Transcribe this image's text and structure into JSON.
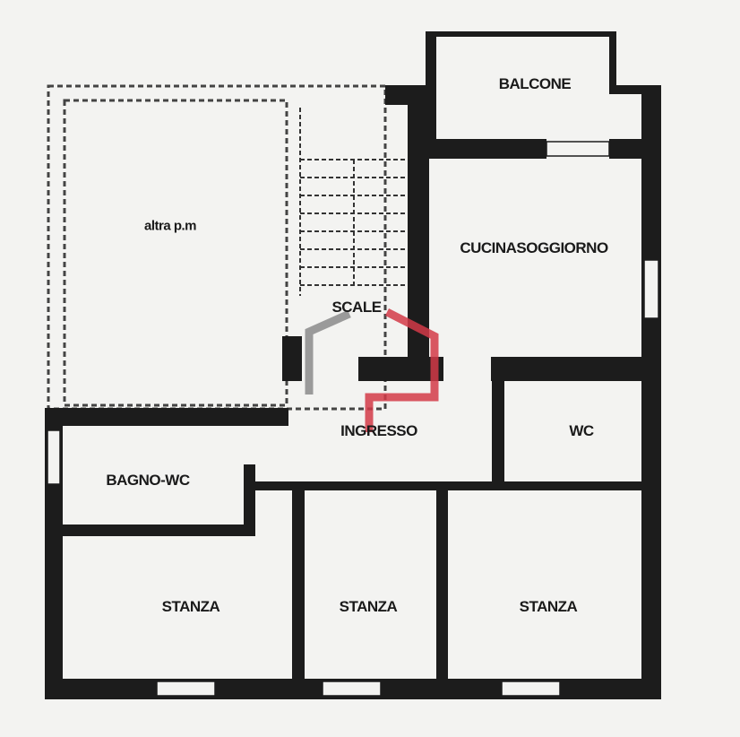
{
  "rooms": {
    "balcony": "BALCONE",
    "other_property": "altra p.m",
    "kitchen_living": "CUCINASOGGIORNO",
    "stairs": "SCALE",
    "entrance": "INGRESSO",
    "wc": "WC",
    "bathroom": "BAGNO-WC",
    "room_left": "STANZA",
    "room_center": "STANZA",
    "room_right": "STANZA"
  },
  "colors": {
    "wall": "#1c1c1c",
    "path_red": "#d23a48",
    "path_gray": "#9a9a9a",
    "background": "#f3f3f1"
  }
}
